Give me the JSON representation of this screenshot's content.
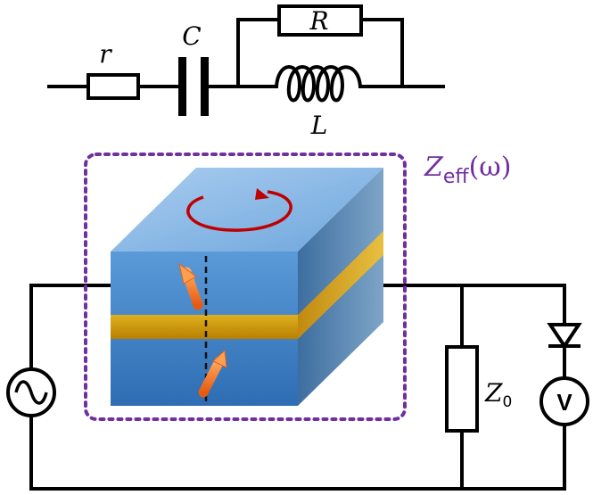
{
  "top_circuit": {
    "r_label": "r",
    "c_label": "C",
    "R_label": "R",
    "L_label": "L"
  },
  "impedance_box": {
    "z_main": "Z",
    "z_sub": "eff",
    "z_arg": "(ω)",
    "box_color": "#7030a0"
  },
  "bottom_circuit": {
    "z0_main": "Z",
    "z0_sub": "0",
    "voltmeter_label": "V"
  },
  "colors": {
    "magnet_blue": "#4f8fd0",
    "spacer_gold": "#d4a017",
    "spin_arrow": "#f07830",
    "precession_arrow": "#c00000"
  }
}
